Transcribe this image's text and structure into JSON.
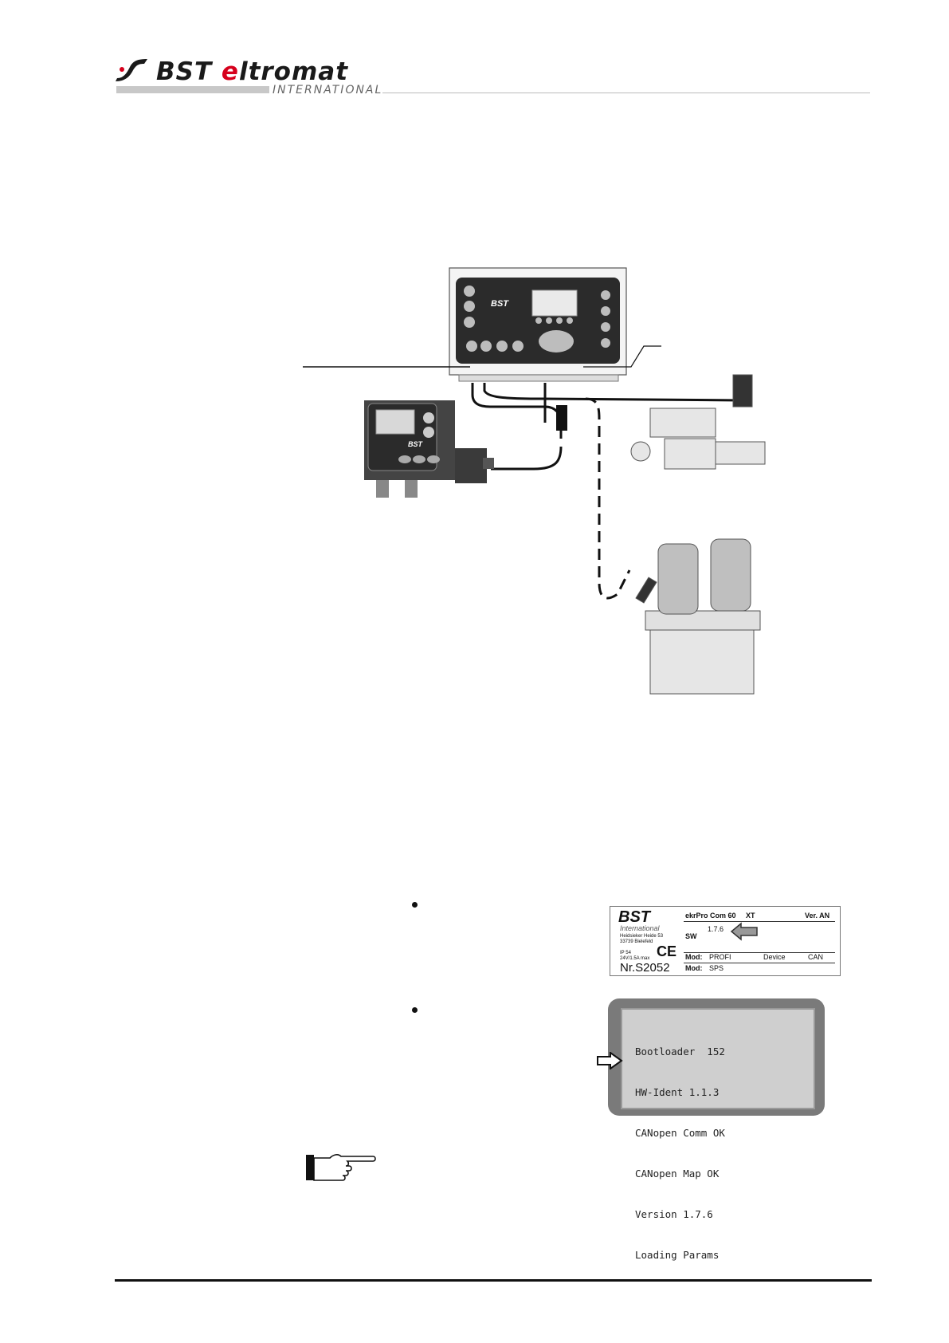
{
  "header": {
    "brand_name": "BST",
    "brand_e": "e",
    "brand_rest": "ltromat",
    "brand_sub": "INTERNATIONAL"
  },
  "diagram": {
    "controller_logo": "BST",
    "sensor_logo": "BST"
  },
  "type_label": {
    "logo": "BST",
    "logo_sub": "International",
    "address_line1": "Heidsieker Heide 53",
    "address_line2": "33739 Bielefeld",
    "ip_rating": "IP 54",
    "power": "24V/1.5A max",
    "ce_mark": "CE",
    "serial": "Nr.S2052",
    "product": "ekrPro Com 60",
    "variant": "XT",
    "version_header": "Ver. AN",
    "sw_label": "SW",
    "sw_version": "1.7.6",
    "mod1_label": "Mod:",
    "mod1_profi": "PROFI",
    "mod1_device": "Device",
    "mod1_can": "CAN",
    "mod2_label": "Mod:",
    "mod2_sps": "SPS"
  },
  "lcd": {
    "lines": [
      "Bootloader  152",
      "HW-Ident 1.1.3",
      "CANopen Comm OK",
      "CANopen Map OK",
      "Version 1.7.6",
      "Loading Params"
    ]
  },
  "colors": {
    "brand_red": "#d6001c",
    "lcd_frame": "#7a7a7a",
    "lcd_screen": "#cfcfcf"
  }
}
